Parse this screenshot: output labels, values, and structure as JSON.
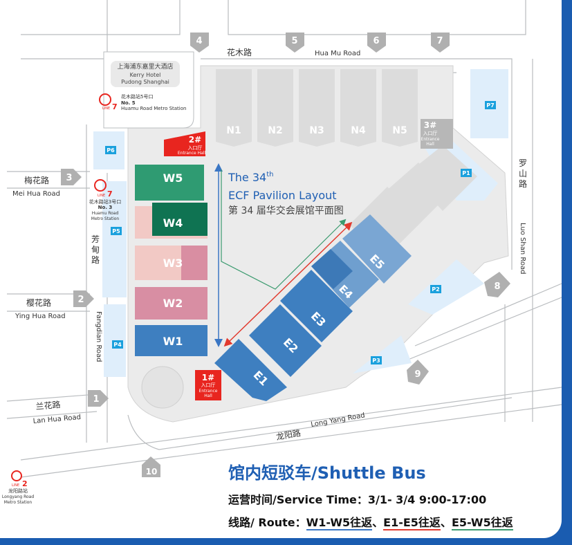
{
  "map_title": {
    "line1": "The 34",
    "sup": "th",
    "line2": "ECF Pavilion Layout",
    "line3_cn": "第 34 届华交会展馆平面图"
  },
  "roads": {
    "huamu_cn": "花木路",
    "huamu_en": "Hua Mu Road",
    "meihua_cn": "梅花路",
    "meihua_en": "Mei Hua Road",
    "yinghua_cn": "樱花路",
    "yinghua_en": "Ying Hua Road",
    "lanhua_cn": "兰花路",
    "lanhua_en": "Lan Hua Road",
    "fangdian_cn_1": "芳",
    "fangdian_cn_2": "甸",
    "fangdian_cn_3": "路",
    "fangdian_en": "Fangdian Road",
    "luoshan_cn_1": "罗",
    "luoshan_cn_2": "山",
    "luoshan_cn_3": "路",
    "luoshan_en": "Luo Shan Road",
    "longyang_cn": "龙阳路",
    "longyang_en": "Long Yang Road"
  },
  "gates": [
    "1",
    "2",
    "3",
    "4",
    "5",
    "6",
    "7",
    "8",
    "9",
    "10"
  ],
  "hotel": {
    "cn": "上海浦东嘉里大酒店",
    "en1": "Kerry Hotel",
    "en2": "Pudong Shanghai"
  },
  "metro": {
    "huamu5_cn": "花木路站5号口",
    "huamu5_no": "No. 5",
    "huamu5_en": "Huamu Road Metro Station",
    "huamu3_cn": "花木路站3号口",
    "huamu3_no": "No. 3",
    "huamu3_en1": "Huamu Road",
    "huamu3_en2": "Metro Station",
    "longyang_cn": "龙阳路站",
    "longyang_en1": "Longyang Road",
    "longyang_en2": "Metro Station",
    "line7_word": "LINE",
    "line7_num": "7",
    "line2_word": "LINE",
    "line2_num": "2"
  },
  "halls": {
    "N": [
      "N1",
      "N2",
      "N3",
      "N4",
      "N5"
    ],
    "W": [
      "W5",
      "W4",
      "W3",
      "W2",
      "W1"
    ],
    "E": [
      "E1",
      "E2",
      "E3",
      "E4",
      "E5"
    ]
  },
  "entrances": {
    "e1": {
      "num": "1#",
      "cn": "入口厅",
      "en1": "Entrance",
      "en2": "Hall"
    },
    "e2": {
      "num": "2#",
      "cn": "入口厅",
      "en": "Entrance Hall"
    },
    "e3": {
      "num": "3#",
      "cn": "入口厅",
      "en1": "Entrance",
      "en2": "Hall"
    }
  },
  "parking": [
    "P1",
    "P2",
    "P3",
    "P4",
    "P5",
    "P6",
    "P7"
  ],
  "shuttle": {
    "title": "馆内短驳车/Shuttle Bus",
    "time": "运营时间/Service Time：3/1- 3/4 9:00-17:00",
    "route_label": "线路/ Route：",
    "route_w": "W1-W5往返",
    "route_e": "E1-E5往返",
    "route_ew": "E5-W5往返",
    "sep": "、"
  },
  "colors": {
    "frame": "#1a5cb0",
    "route_w": "#3a76c4",
    "route_e": "#e23a2e",
    "route_ew": "#3a9a6e",
    "entrance": "#e8251f",
    "parking": "#1aa0dd"
  }
}
